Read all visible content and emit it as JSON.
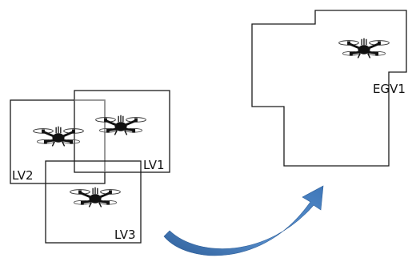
{
  "labels": {
    "lv1": "LV1",
    "lv2": "LV2",
    "lv3": "LV3",
    "egv1": "EGV1"
  },
  "colors": {
    "box_stroke": "#1a1a1a",
    "overlap_box_stroke": "#8a8a8a",
    "arrow_fill": "#4f86c6",
    "arrow_dark": "#2e5f9a",
    "drone_body": "#111111"
  },
  "icons": [
    "drone-icon"
  ]
}
